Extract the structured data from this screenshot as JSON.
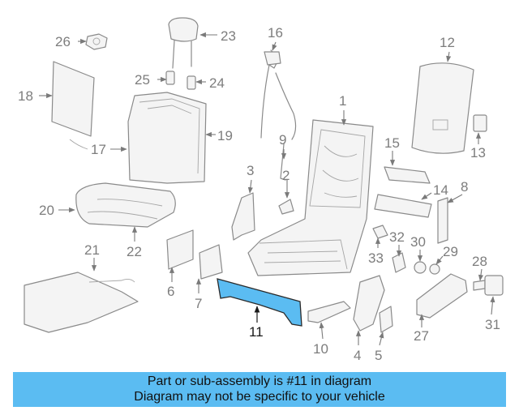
{
  "diagram": {
    "callouts": [
      "1",
      "2",
      "3",
      "4",
      "5",
      "6",
      "7",
      "8",
      "9",
      "10",
      "11",
      "12",
      "13",
      "14",
      "15",
      "16",
      "17",
      "18",
      "19",
      "20",
      "21",
      "22",
      "23",
      "24",
      "25",
      "26",
      "27",
      "28",
      "29",
      "30",
      "31",
      "32",
      "33"
    ],
    "highlighted_part": "11",
    "highlight_color": "#5bbcf2"
  },
  "banner": {
    "line1": "Part or sub-assembly is #11 in diagram",
    "line2": "Diagram may not be specific to your vehicle",
    "background": "#5bbcf2"
  }
}
